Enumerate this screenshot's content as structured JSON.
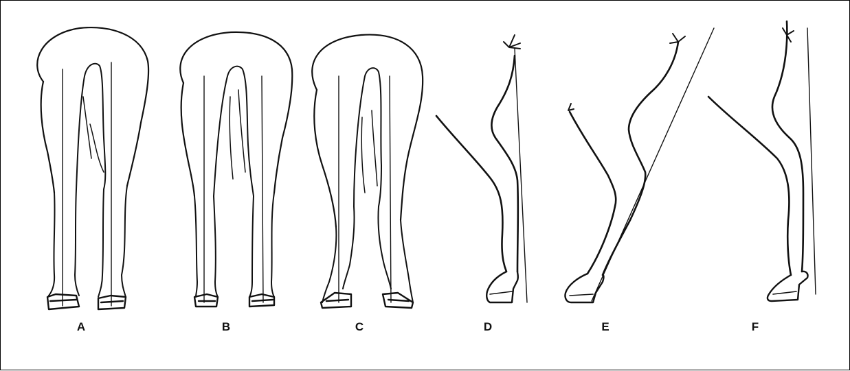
{
  "figure": {
    "labels": [
      "A",
      "B",
      "C",
      "D",
      "E",
      "F"
    ],
    "stroke_color": "#111111",
    "background_color": "#ffffff"
  }
}
